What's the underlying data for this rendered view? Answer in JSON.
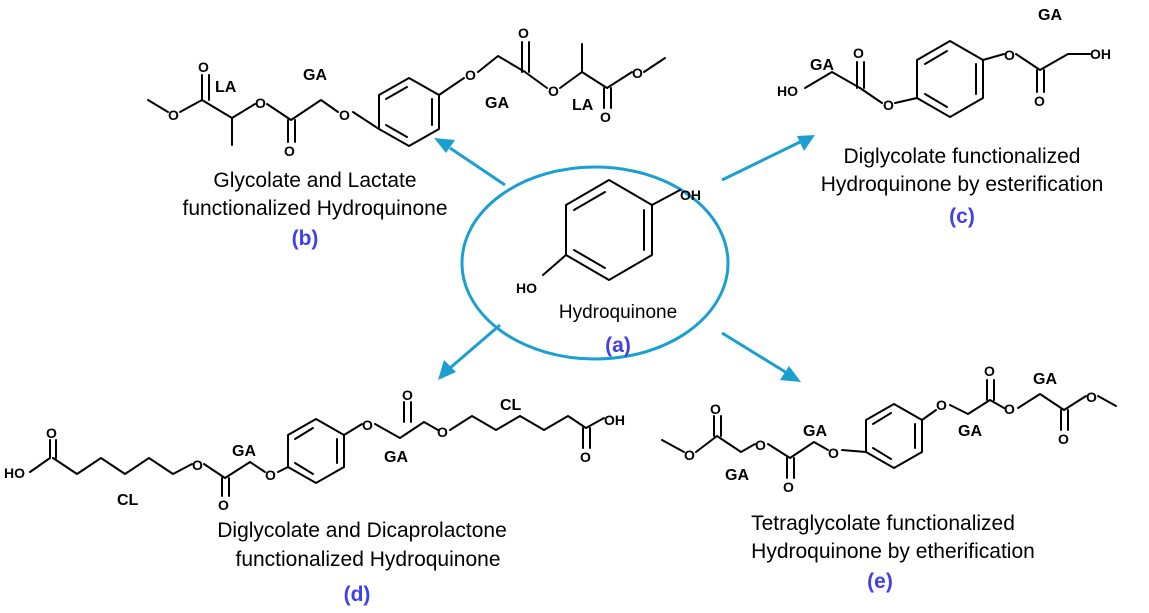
{
  "atoms": {
    "O": "O",
    "OH": "OH",
    "HO": "HO"
  },
  "tags": {
    "GA": "GA",
    "LA": "LA",
    "CL": "CL"
  },
  "center": {
    "name": "Hydroquinone",
    "letter": "(a)"
  },
  "b": {
    "line1": "Glycolate and Lactate",
    "line2": "functionalized Hydroquinone",
    "letter": "(b)"
  },
  "c": {
    "line1": "Diglycolate functionalized",
    "line2": "Hydroquinone by esterification",
    "letter": "(c)"
  },
  "d": {
    "line1": "Diglycolate and Dicaprolactone",
    "line2": "functionalized Hydroquinone",
    "letter": "(d)"
  },
  "e": {
    "line1": "Tetraglycolate functionalized",
    "line2": "Hydroquinone by etherification",
    "letter": "(e)"
  },
  "colors": {
    "arrow": "#1a9fd0",
    "letters": "#4040e8"
  }
}
